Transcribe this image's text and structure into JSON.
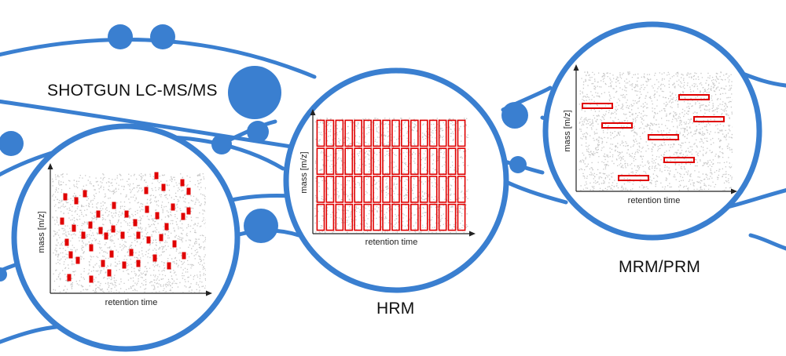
{
  "colors": {
    "network_blue": "#3a7fd0",
    "window_red": "#e00000",
    "scatter_grey": "#b4b4b4",
    "axis": "#222222"
  },
  "icons": [
    "network-node-icon",
    "network-link-icon",
    "axis-arrow-icon"
  ],
  "panels": [
    {
      "id": "shotgun",
      "title": "SHOTGUN LC-MS/MS",
      "xlabel": "retention time",
      "ylabel": "mass [m/z]",
      "acquisition": "discrete red precursor selections scattered across the chromatogram"
    },
    {
      "id": "hrm",
      "title": "HRM",
      "xlabel": "retention time",
      "ylabel": "mass [m/z]",
      "acquisition": "contiguous grid of red isolation windows covering the full mass/time range",
      "window_grid": {
        "rows": 4,
        "columns": 16
      }
    },
    {
      "id": "mrm",
      "title": "MRM/PRM",
      "xlabel": "retention time",
      "ylabel": "mass [m/z]",
      "acquisition": "few targeted red windows",
      "target_count": 7
    }
  ]
}
